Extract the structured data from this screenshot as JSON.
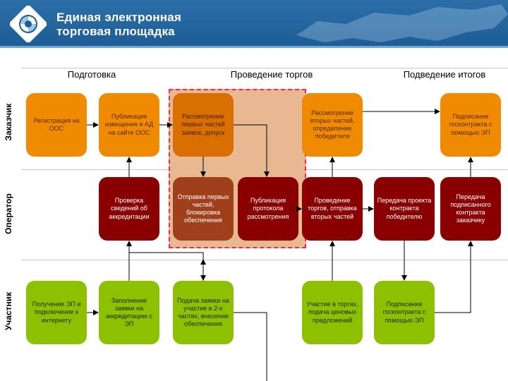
{
  "header": {
    "title_line1": "Единая электронная",
    "title_line2": "торговая площадка",
    "logo_icon": "eets-logo-icon",
    "colors": {
      "bg": "#1d5c94",
      "text": "#ffffff"
    }
  },
  "columns": [
    "Подготовка",
    "Проведение торгов",
    "Подведение итогов"
  ],
  "lanes": [
    "Заказчик",
    "Оператор",
    "Участник"
  ],
  "boxes": {
    "c1": "Регистрация на ООС",
    "c2": "Публикация извещения и АД на сайте ООС",
    "c3": "Рассмотрение первых частей заявок, допуск",
    "c4": "Рассмотрение вторых частей, определение победителя",
    "c5": "Подписание госконтракта с помощью ЭП",
    "o1": "Проверка сведений об аккредитации",
    "o2": "Отправка первых частей, блокировка обеспечения",
    "o3": "Публикация протокола рассмотрения",
    "o4": "Проведение торгов, отправка вторых частей",
    "o5": "Передача проекта контракта победителю",
    "o6": "Передача подписанного контракта заказчику",
    "p1": "Получение ЭП и подключение к интернету",
    "p2": "Заполнение заявки на аккредитацию с ЭП",
    "p3": "Подача заявки на участие в 2-х частях, внесение обеспечения",
    "p4": "Участие в торгах, подача ценовых предложений",
    "p5": "Подписание госконтракта с помощью ЭП"
  },
  "colors": {
    "customer": "#f08a00",
    "operator": "#8a0000",
    "participant": "#8cc000",
    "highlight": "#e8b890",
    "highlight_border": "#e0304a"
  }
}
